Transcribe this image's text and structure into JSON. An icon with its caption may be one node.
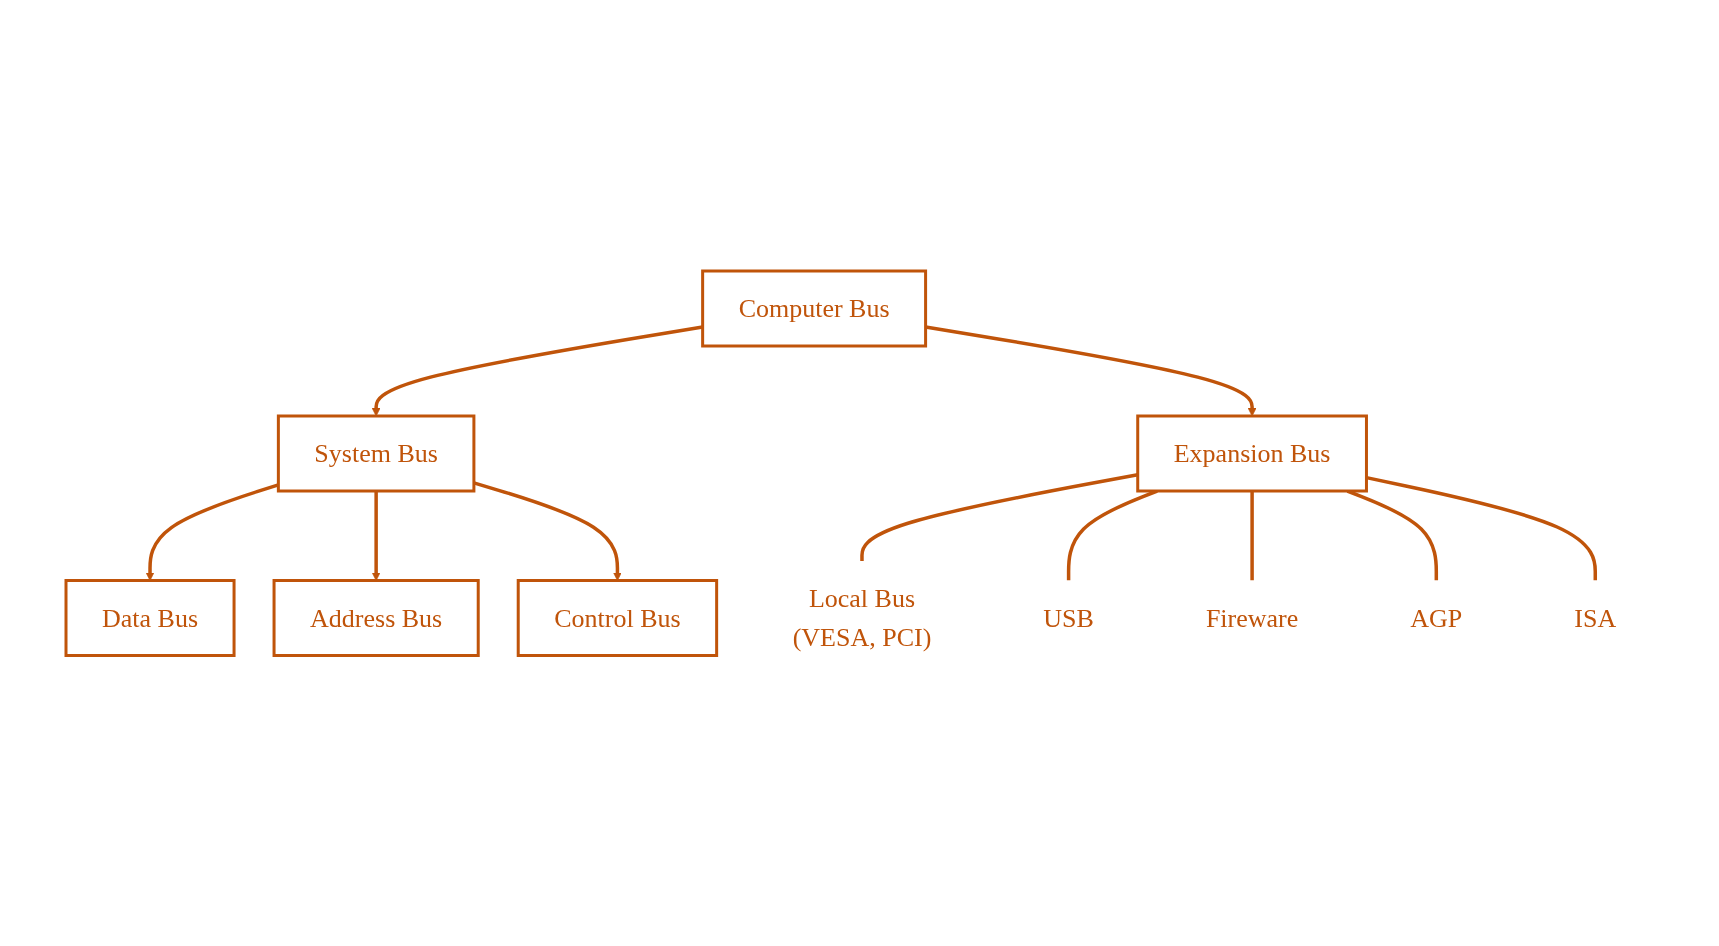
{
  "diagram": {
    "nodes": [
      {
        "text": [
          "Computer Bus"
        ]
      },
      {
        "text": [
          "System Bus"
        ]
      },
      {
        "text": [
          "Expansion Bus"
        ]
      },
      {
        "text": [
          "Data Bus"
        ]
      },
      {
        "text": [
          "Address Bus"
        ]
      },
      {
        "text": [
          "Control Bus"
        ]
      },
      {
        "text": [
          "Local Bus",
          "(VESA, PCI)"
        ]
      },
      {
        "text": [
          "USB"
        ]
      },
      {
        "text": [
          "Fireware"
        ]
      },
      {
        "text": [
          "AGP"
        ]
      },
      {
        "text": [
          "ISA"
        ]
      }
    ],
    "edges": [
      {
        "from": 0,
        "to": 1,
        "arrow": "to"
      },
      {
        "from": 0,
        "to": 2,
        "arrow": "to"
      },
      {
        "from": 1,
        "to": 3,
        "arrow": "to"
      },
      {
        "from": 1,
        "to": 4,
        "arrow": "to"
      },
      {
        "from": 1,
        "to": 5,
        "arrow": "to"
      },
      {
        "from": 2,
        "to": 6,
        "arrow": "none"
      },
      {
        "from": 2,
        "to": 7,
        "arrow": "none"
      },
      {
        "from": 2,
        "to": 8,
        "arrow": "none"
      },
      {
        "from": 2,
        "to": 9,
        "arrow": "none"
      },
      {
        "from": 2,
        "to": 10,
        "arrow": "none"
      }
    ]
  }
}
